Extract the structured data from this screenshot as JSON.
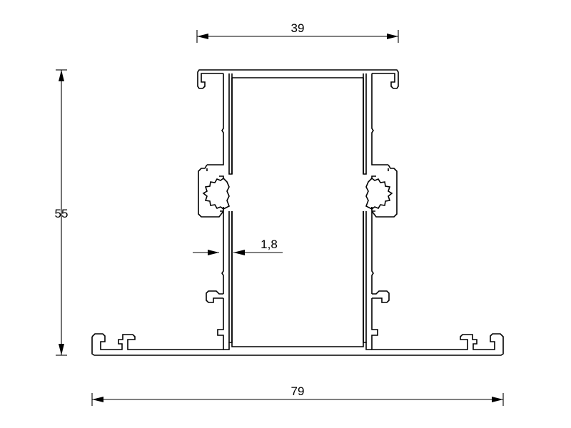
{
  "dimensions": {
    "top_width": "39",
    "height": "55",
    "wall_thickness": "1,8",
    "bottom_width": "79"
  },
  "colors": {
    "background": "#ffffff",
    "line": "#000000"
  }
}
